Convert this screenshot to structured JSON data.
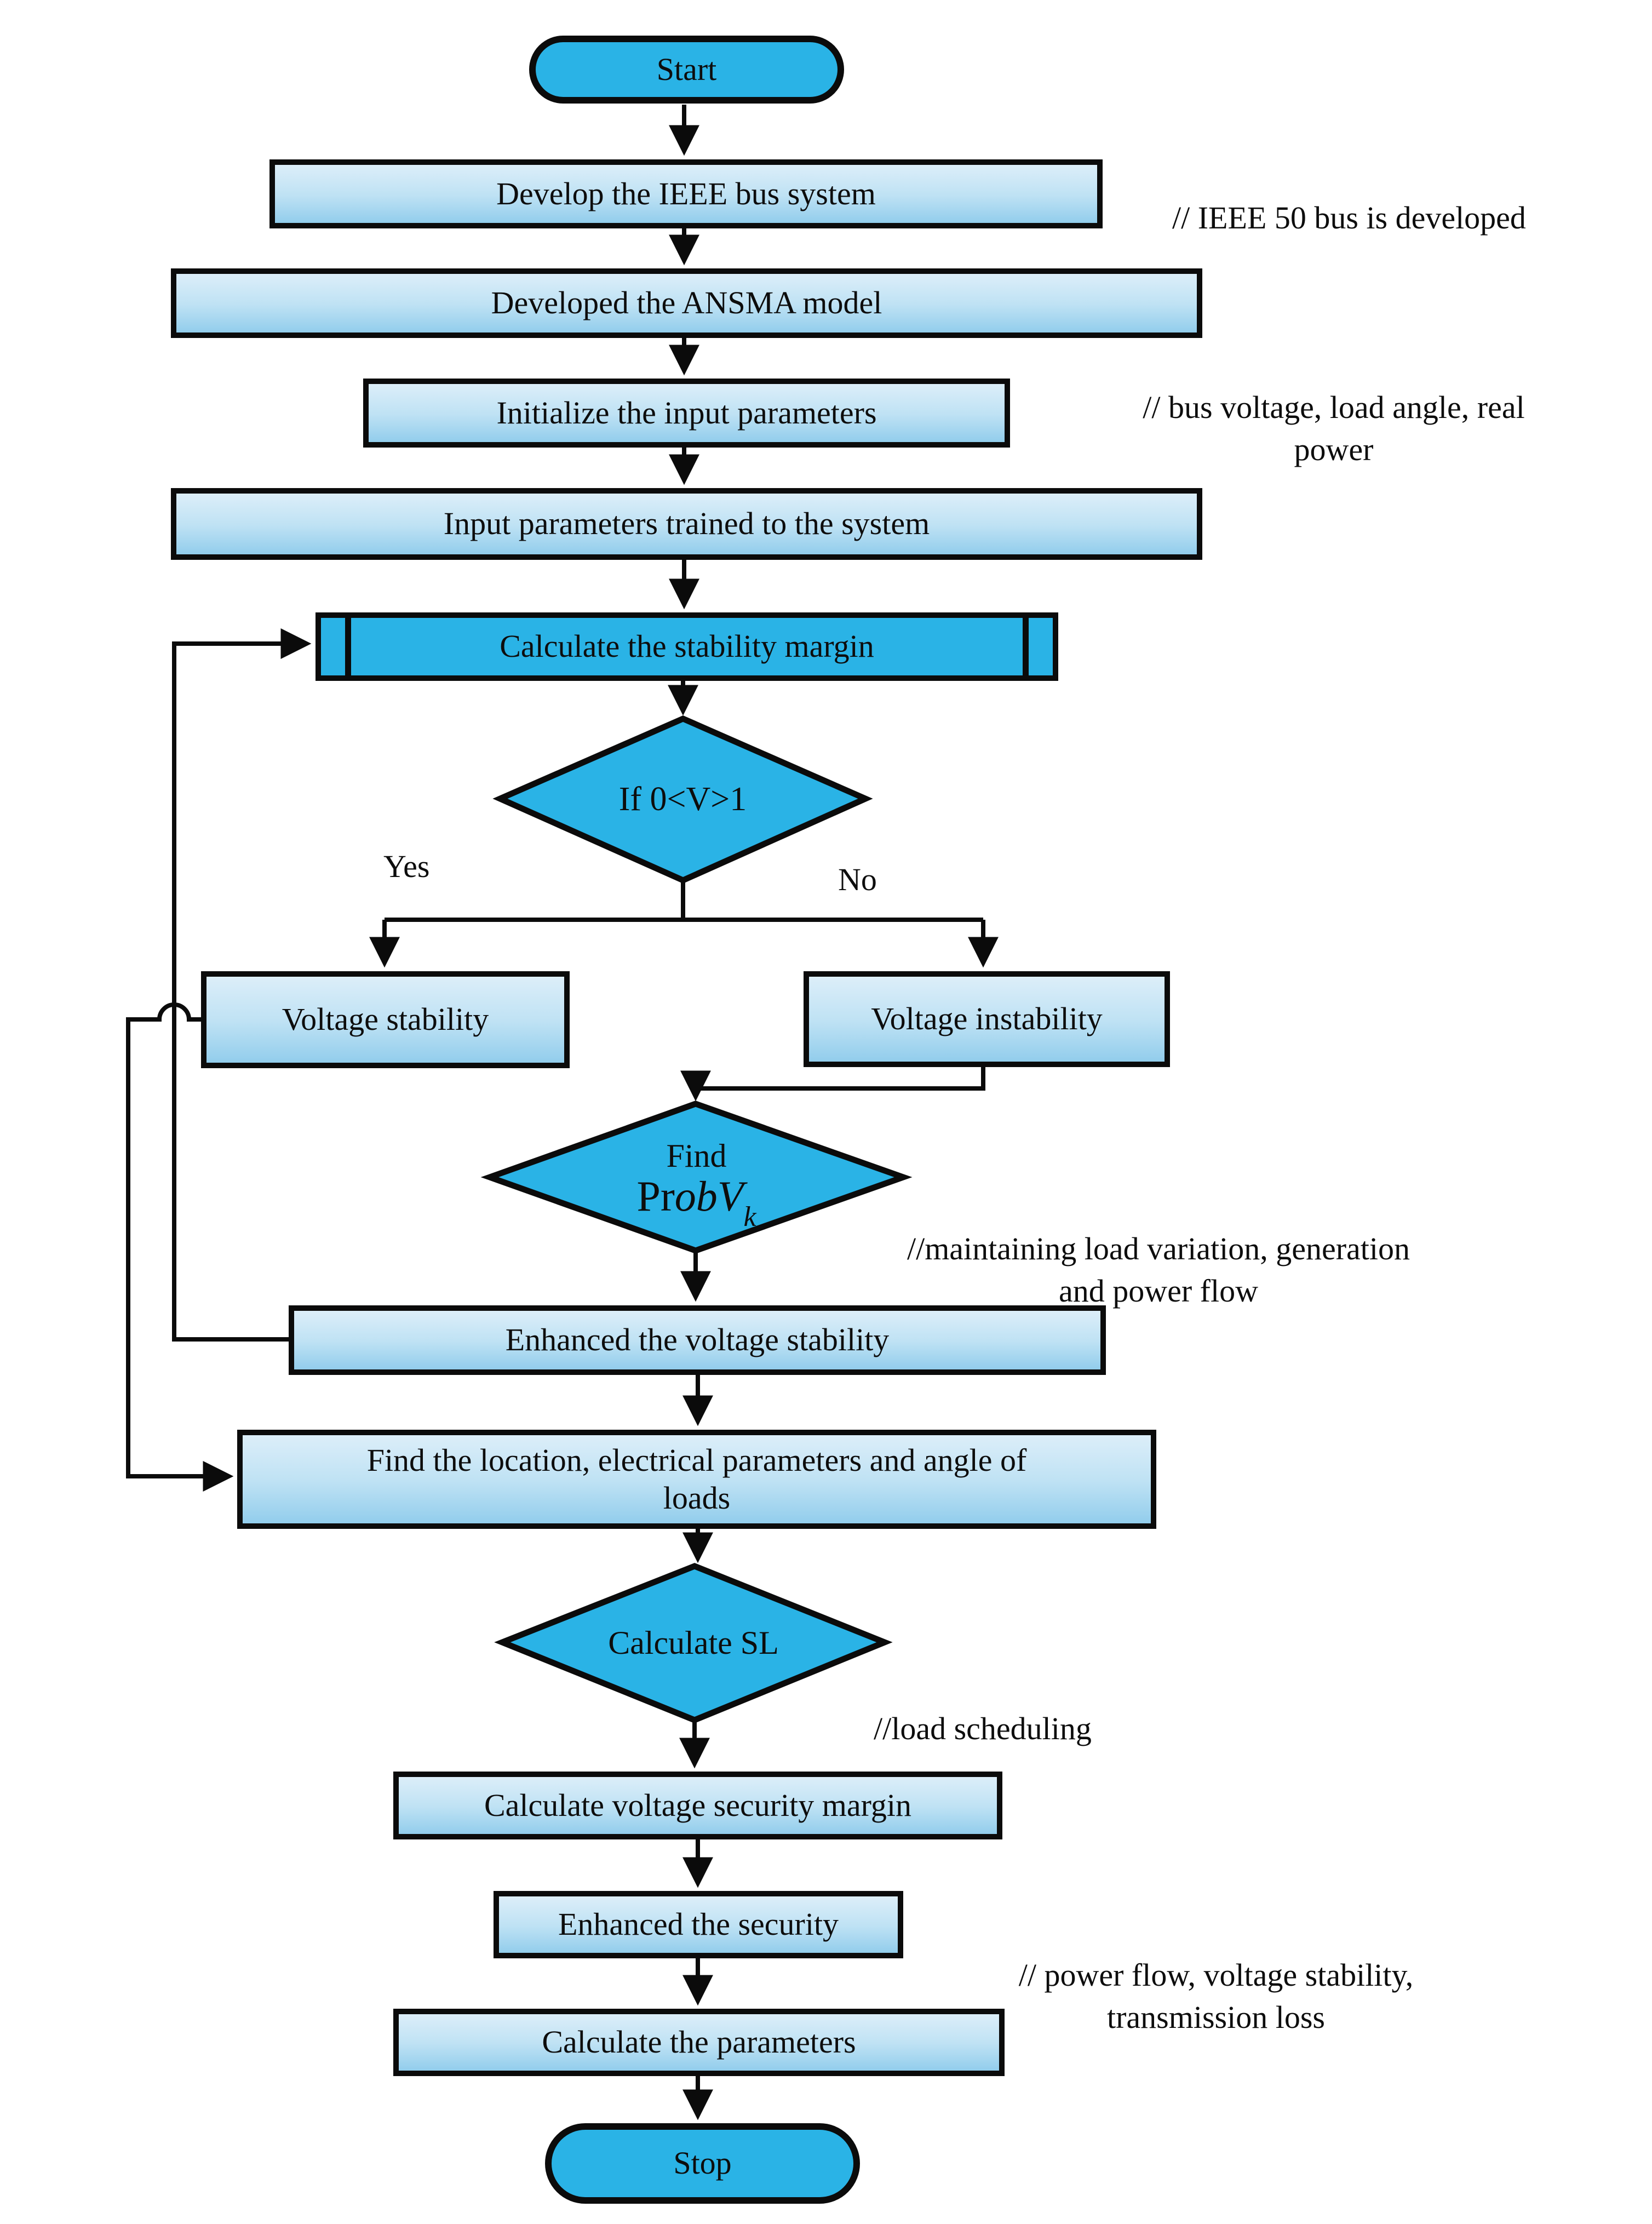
{
  "colors": {
    "accent": "#2ab3e6",
    "line": "#0b0b0b",
    "grad-top": "#dceef9",
    "grad-mid": "#bfe2f4",
    "grad-bottom": "#92cdec",
    "text": "#0d0d0d",
    "canvas": "#ffffff"
  },
  "nodes": {
    "start": {
      "label": "Start"
    },
    "develop_bus": {
      "label": "Develop the IEEE bus system"
    },
    "ansma": {
      "label": "Developed the ANSMA model"
    },
    "init_params": {
      "label": "Initialize the input parameters"
    },
    "train_params": {
      "label": "Input parameters trained to the system"
    },
    "calc_margin": {
      "label": "Calculate the stability margin"
    },
    "decision_v": {
      "label": "If 0<V>1"
    },
    "voltage_stability": {
      "label": "Voltage stability"
    },
    "voltage_instability": {
      "label": "Voltage instability"
    },
    "find_prob": {
      "line1": "Find",
      "prefix": "Pr",
      "italic": "ob",
      "var": "V",
      "sub": "k"
    },
    "enhanced_vs": {
      "label": "Enhanced the voltage stability"
    },
    "find_location": {
      "line1": "Find the location, electrical parameters and angle of",
      "line2": "loads"
    },
    "calc_sl": {
      "label": "Calculate SL"
    },
    "calc_vsm": {
      "label": "Calculate voltage security margin"
    },
    "enhanced_security": {
      "label": "Enhanced the security"
    },
    "calc_params": {
      "label": "Calculate the parameters"
    },
    "stop": {
      "label": "Stop"
    }
  },
  "edge_labels": {
    "yes": "Yes",
    "no": "No"
  },
  "annotations": {
    "ieee_bus": "//  IEEE 50 bus is developed",
    "bus_voltage_1": "// bus voltage, load angle, real",
    "bus_voltage_2": "power",
    "maintaining_1": "//maintaining load variation, generation",
    "maintaining_2": "and power flow",
    "load_scheduling": "//load scheduling",
    "power_flow_1": "// power flow, voltage stability,",
    "power_flow_2": "transmission loss"
  }
}
